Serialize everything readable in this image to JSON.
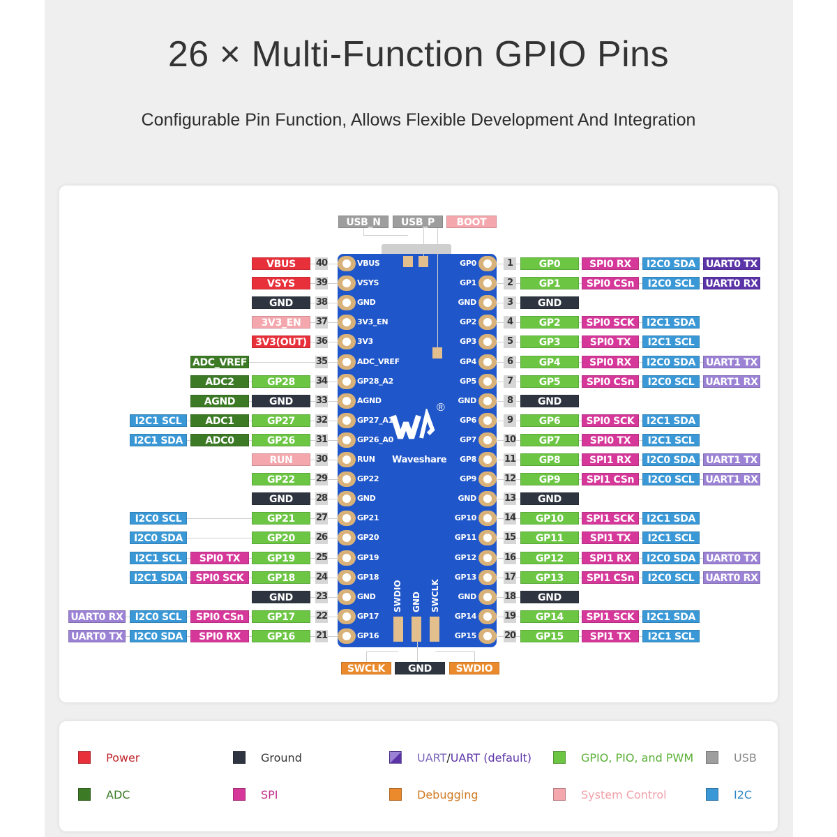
{
  "header": {
    "title": "26 × Multi-Function GPIO Pins",
    "subtitle": "Configurable Pin Function, Allows Flexible Development And Integration"
  },
  "colors": {
    "power": "#e8303a",
    "ground": "#2e3440",
    "uart": "#9b82d4",
    "uart_default": "#5b34a8",
    "gpio": "#6cc644",
    "usb": "#9e9e9e",
    "adc": "#3c7a26",
    "spi": "#d6389a",
    "debug": "#ea8a2c",
    "sysctl": "#f4a7ad",
    "i2c": "#3a98d6",
    "board": "#1f56c9"
  },
  "top_labels": [
    {
      "text": "USB_N",
      "type": "usb"
    },
    {
      "text": "USB_P",
      "type": "usb"
    },
    {
      "text": "BOOT",
      "type": "sysctl"
    }
  ],
  "bottom_labels": [
    {
      "text": "SWCLK",
      "type": "debug"
    },
    {
      "text": "GND",
      "type": "ground"
    },
    {
      "text": "SWDIO",
      "type": "debug"
    }
  ],
  "board": {
    "brand": "Waveshare",
    "left_pins": [
      "VBUS",
      "VSYS",
      "GND",
      "3V3_EN",
      "3V3",
      "ADC_VREF",
      "GP28_A2",
      "AGND",
      "GP27_A1",
      "GP26_A0",
      "RUN",
      "GP22",
      "GND",
      "GP21",
      "GP20",
      "GP19",
      "GP18",
      "GND",
      "GP17",
      "GP16"
    ],
    "right_pins": [
      "GP0",
      "GP1",
      "GND",
      "GP2",
      "GP3",
      "GP4",
      "GP5",
      "GND",
      "GP6",
      "GP7",
      "GP8",
      "GP9",
      "GND",
      "GP10",
      "GP11",
      "GP12",
      "GP13",
      "GND",
      "GP14",
      "GP15"
    ],
    "debug_pads": [
      "SWDIO",
      "GND",
      "SWCLK"
    ]
  },
  "right_rows": [
    {
      "num": "1",
      "cells": [
        [
          "GP0",
          "gpio"
        ],
        [
          "SPI0 RX",
          "spi"
        ],
        [
          "I2C0 SDA",
          "i2c"
        ],
        [
          "UART0 TX",
          "uart_default"
        ]
      ]
    },
    {
      "num": "2",
      "cells": [
        [
          "GP1",
          "gpio"
        ],
        [
          "SPI0 CSn",
          "spi"
        ],
        [
          "I2C0 SCL",
          "i2c"
        ],
        [
          "UART0 RX",
          "uart_default"
        ]
      ]
    },
    {
      "num": "3",
      "cells": [
        [
          "GND",
          "ground"
        ]
      ]
    },
    {
      "num": "4",
      "cells": [
        [
          "GP2",
          "gpio"
        ],
        [
          "SPI0 SCK",
          "spi"
        ],
        [
          "I2C1 SDA",
          "i2c"
        ]
      ]
    },
    {
      "num": "5",
      "cells": [
        [
          "GP3",
          "gpio"
        ],
        [
          "SPI0 TX",
          "spi"
        ],
        [
          "I2C1 SCL",
          "i2c"
        ]
      ]
    },
    {
      "num": "6",
      "cells": [
        [
          "GP4",
          "gpio"
        ],
        [
          "SPI0 RX",
          "spi"
        ],
        [
          "I2C0 SDA",
          "i2c"
        ],
        [
          "UART1 TX",
          "uart"
        ]
      ]
    },
    {
      "num": "7",
      "cells": [
        [
          "GP5",
          "gpio"
        ],
        [
          "SPI0 CSn",
          "spi"
        ],
        [
          "I2C0 SCL",
          "i2c"
        ],
        [
          "UART1 RX",
          "uart"
        ]
      ]
    },
    {
      "num": "8",
      "cells": [
        [
          "GND",
          "ground"
        ]
      ]
    },
    {
      "num": "9",
      "cells": [
        [
          "GP6",
          "gpio"
        ],
        [
          "SPI0 SCK",
          "spi"
        ],
        [
          "I2C1 SDA",
          "i2c"
        ]
      ]
    },
    {
      "num": "10",
      "cells": [
        [
          "GP7",
          "gpio"
        ],
        [
          "SPI0 TX",
          "spi"
        ],
        [
          "I2C1 SCL",
          "i2c"
        ]
      ]
    },
    {
      "num": "11",
      "cells": [
        [
          "GP8",
          "gpio"
        ],
        [
          "SPI1 RX",
          "spi"
        ],
        [
          "I2C0 SDA",
          "i2c"
        ],
        [
          "UART1 TX",
          "uart"
        ]
      ]
    },
    {
      "num": "12",
      "cells": [
        [
          "GP9",
          "gpio"
        ],
        [
          "SPI1 CSn",
          "spi"
        ],
        [
          "I2C0 SCL",
          "i2c"
        ],
        [
          "UART1 RX",
          "uart"
        ]
      ]
    },
    {
      "num": "13",
      "cells": [
        [
          "GND",
          "ground"
        ]
      ]
    },
    {
      "num": "14",
      "cells": [
        [
          "GP10",
          "gpio"
        ],
        [
          "SPI1 SCK",
          "spi"
        ],
        [
          "I2C1 SDA",
          "i2c"
        ]
      ]
    },
    {
      "num": "15",
      "cells": [
        [
          "GP11",
          "gpio"
        ],
        [
          "SPI1 TX",
          "spi"
        ],
        [
          "I2C1 SCL",
          "i2c"
        ]
      ]
    },
    {
      "num": "16",
      "cells": [
        [
          "GP12",
          "gpio"
        ],
        [
          "SPI1 RX",
          "spi"
        ],
        [
          "I2C0 SDA",
          "i2c"
        ],
        [
          "UART0 TX",
          "uart"
        ]
      ]
    },
    {
      "num": "17",
      "cells": [
        [
          "GP13",
          "gpio"
        ],
        [
          "SPI1 CSn",
          "spi"
        ],
        [
          "I2C0 SCL",
          "i2c"
        ],
        [
          "UART0 RX",
          "uart"
        ]
      ]
    },
    {
      "num": "18",
      "cells": [
        [
          "GND",
          "ground"
        ]
      ]
    },
    {
      "num": "19",
      "cells": [
        [
          "GP14",
          "gpio"
        ],
        [
          "SPI1 SCK",
          "spi"
        ],
        [
          "I2C1 SDA",
          "i2c"
        ]
      ]
    },
    {
      "num": "20",
      "cells": [
        [
          "GP15",
          "gpio"
        ],
        [
          "SPI1 TX",
          "spi"
        ],
        [
          "I2C1 SCL",
          "i2c"
        ]
      ]
    }
  ],
  "left_rows": [
    {
      "num": "40",
      "cells": [
        [
          "VBUS",
          "power"
        ]
      ]
    },
    {
      "num": "39",
      "cells": [
        [
          "VSYS",
          "power"
        ]
      ]
    },
    {
      "num": "38",
      "cells": [
        [
          "GND",
          "ground"
        ]
      ]
    },
    {
      "num": "37",
      "cells": [
        [
          "3V3_EN",
          "sysctl"
        ]
      ]
    },
    {
      "num": "36",
      "cells": [
        [
          "3V3(OUT)",
          "power"
        ]
      ]
    },
    {
      "num": "35",
      "cells": [
        null,
        [
          "ADC_VREF",
          "adc"
        ]
      ]
    },
    {
      "num": "34",
      "cells": [
        [
          "GP28",
          "gpio"
        ],
        [
          "ADC2",
          "adc"
        ]
      ]
    },
    {
      "num": "33",
      "cells": [
        [
          "GND",
          "ground"
        ],
        [
          "AGND",
          "adc"
        ]
      ]
    },
    {
      "num": "32",
      "cells": [
        [
          "GP27",
          "gpio"
        ],
        [
          "ADC1",
          "adc"
        ],
        [
          "I2C1 SCL",
          "i2c"
        ]
      ]
    },
    {
      "num": "31",
      "cells": [
        [
          "GP26",
          "gpio"
        ],
        [
          "ADC0",
          "adc"
        ],
        [
          "I2C1 SDA",
          "i2c"
        ]
      ]
    },
    {
      "num": "30",
      "cells": [
        [
          "RUN",
          "sysctl"
        ]
      ]
    },
    {
      "num": "29",
      "cells": [
        [
          "GP22",
          "gpio"
        ]
      ]
    },
    {
      "num": "28",
      "cells": [
        [
          "GND",
          "ground"
        ]
      ]
    },
    {
      "num": "27",
      "cells": [
        [
          "GP21",
          "gpio"
        ],
        null,
        [
          "I2C0 SCL",
          "i2c"
        ]
      ]
    },
    {
      "num": "26",
      "cells": [
        [
          "GP20",
          "gpio"
        ],
        null,
        [
          "I2C0 SDA",
          "i2c"
        ]
      ]
    },
    {
      "num": "25",
      "cells": [
        [
          "GP19",
          "gpio"
        ],
        [
          "SPI0 TX",
          "spi"
        ],
        [
          "I2C1 SCL",
          "i2c"
        ]
      ]
    },
    {
      "num": "24",
      "cells": [
        [
          "GP18",
          "gpio"
        ],
        [
          "SPI0 SCK",
          "spi"
        ],
        [
          "I2C1 SDA",
          "i2c"
        ]
      ]
    },
    {
      "num": "23",
      "cells": [
        [
          "GND",
          "ground"
        ]
      ]
    },
    {
      "num": "22",
      "cells": [
        [
          "GP17",
          "gpio"
        ],
        [
          "SPI0 CSn",
          "spi"
        ],
        [
          "I2C0 SCL",
          "i2c"
        ],
        [
          "UART0 RX",
          "uart"
        ]
      ]
    },
    {
      "num": "21",
      "cells": [
        [
          "GP16",
          "gpio"
        ],
        [
          "SPI0 RX",
          "spi"
        ],
        [
          "I2C0 SDA",
          "i2c"
        ],
        [
          "UART0 TX",
          "uart"
        ]
      ]
    }
  ],
  "legend": [
    {
      "label": "Power",
      "type": "power",
      "text_color": "#c0282f"
    },
    {
      "label": "Ground",
      "type": "ground",
      "text_color": "#333333"
    },
    {
      "label": "UART",
      "label2": " / ",
      "label3": "UART (default)",
      "type": "uart",
      "text_color": "#7a63b8"
    },
    {
      "label": "GPIO, PIO, and PWM",
      "type": "gpio",
      "text_color": "#5aaf36"
    },
    {
      "label": "USB",
      "type": "usb",
      "text_color": "#888888"
    },
    {
      "label": "ADC",
      "type": "adc",
      "text_color": "#3c7a26"
    },
    {
      "label": "SPI",
      "type": "spi",
      "text_color": "#c0308a"
    },
    {
      "label": "Debugging",
      "type": "debug",
      "text_color": "#d07a22"
    },
    {
      "label": "System Control",
      "type": "sysctl",
      "text_color": "#f0a0a8"
    },
    {
      "label": "I2C",
      "type": "i2c",
      "text_color": "#2f86c4"
    }
  ]
}
